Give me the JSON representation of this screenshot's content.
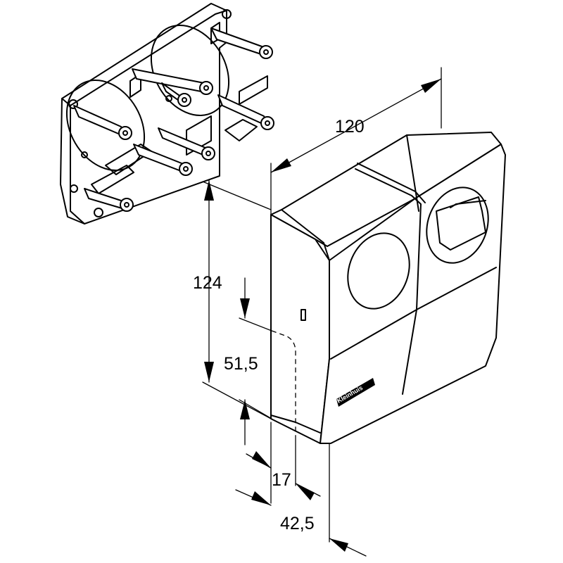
{
  "dimensions": {
    "width": "120",
    "height": "124",
    "lower_height": "51,5",
    "cover_depth": "17",
    "total_depth": "42,5"
  },
  "logo": {
    "text": "Kleinhuis"
  }
}
